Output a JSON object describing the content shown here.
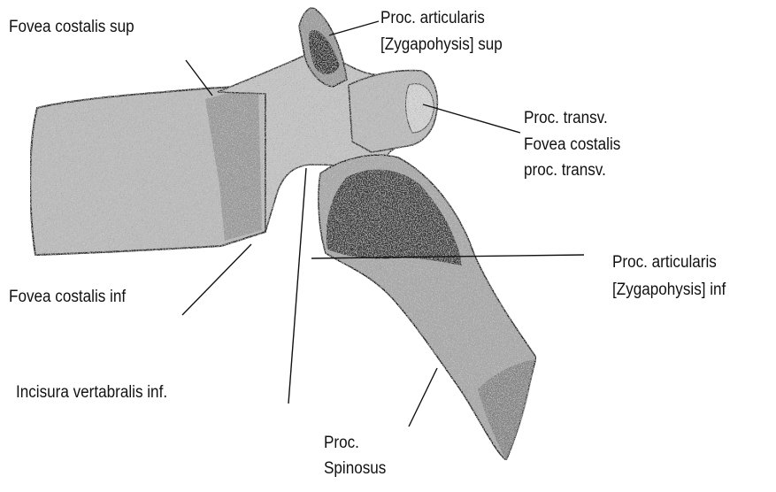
{
  "colors": {
    "background": "#ffffff",
    "bone_fill": "#b8b8b8",
    "bone_dark": "#3e3e3e",
    "bone_shadow": "#1c1c1c",
    "leader_line": "#111111",
    "text": "#111111"
  },
  "labels": {
    "fovea_costalis_sup": "Fovea costalis sup",
    "proc_articularis_sup_line1": "Proc. articularis",
    "proc_articularis_sup_line2": "[Zygapohysis] sup",
    "proc_transv_line1": "Proc. transv.",
    "proc_transv_line2": "Fovea costalis",
    "proc_transv_line3": "proc. transv.",
    "proc_articularis_inf_line1": "Proc. articularis",
    "proc_articularis_inf_line2": "[Zygapohysis] inf",
    "fovea_costalis_inf": "Fovea costalis inf",
    "incisura_vertabralis_inf": "Incisura vertabralis inf.",
    "proc_spinosus_line1": "Proc.",
    "proc_spinosus_line2": "Spinosus"
  }
}
